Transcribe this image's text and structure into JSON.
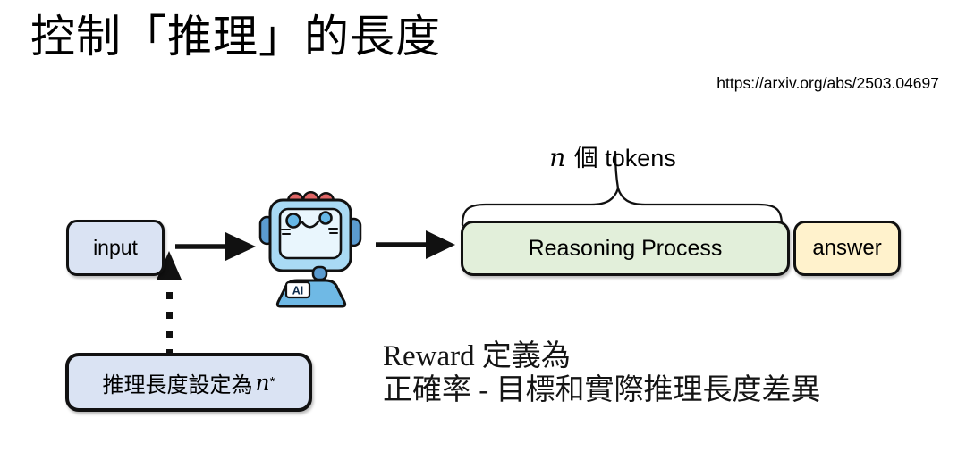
{
  "slide": {
    "title": "控制「推理」的長度",
    "link": "https://arxiv.org/abs/2503.04697"
  },
  "diagram": {
    "input_box": {
      "label": "input",
      "fill": "#dae3f3"
    },
    "reasoning_box": {
      "label": "Reasoning Process",
      "fill": "#e2efda"
    },
    "answer_box": {
      "label": "answer",
      "fill": "#fff2cc"
    },
    "token_label": {
      "var": "n",
      "rest": " 個 tokens"
    },
    "robot": {
      "badge": "AI"
    },
    "setting_box": {
      "prefix": "推理長度設定為",
      "var": "n",
      "sub": "*",
      "fill": "#dae3f3"
    }
  },
  "caption": {
    "line1": "Reward 定義為",
    "line2": "正確率 - 目標和實際推理長度差異"
  },
  "colors": {
    "outline": "#111111",
    "input_fill": "#dae3f3",
    "reasoning_fill": "#e2efda",
    "answer_fill": "#fff2cc",
    "robot_head": "#a9daf4",
    "robot_screen": "#e9f6fd",
    "robot_dark_blue": "#5b9bd0",
    "robot_body": "#6fb9e5",
    "robot_bump_red": "#e06666"
  }
}
